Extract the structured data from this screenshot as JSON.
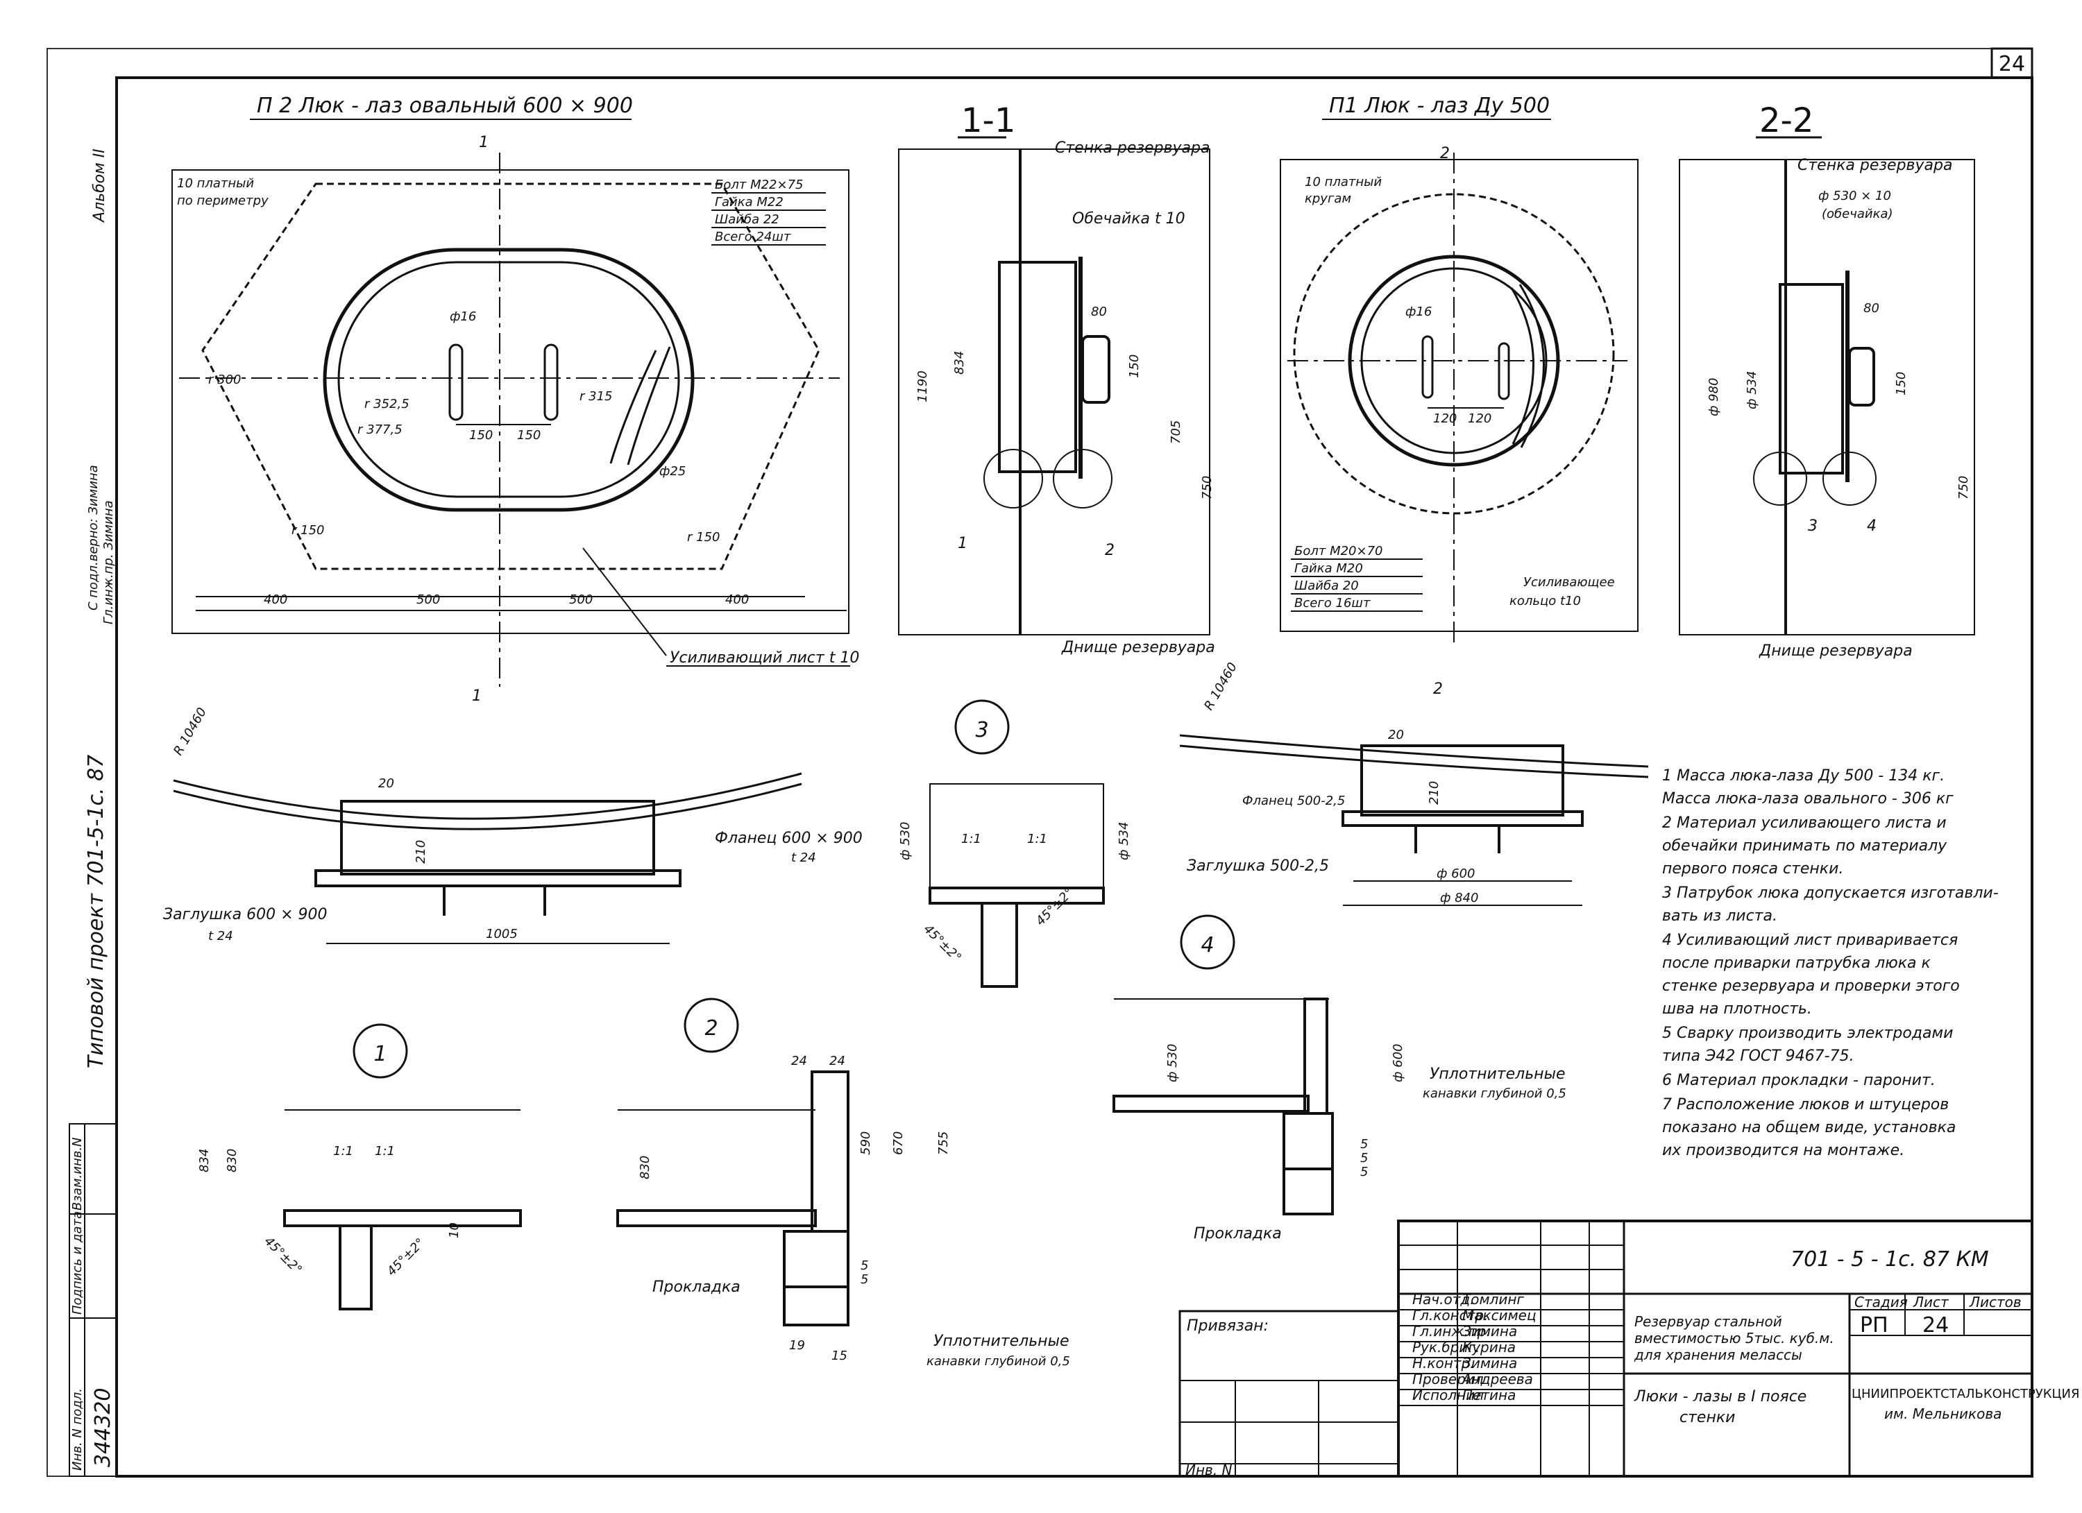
{
  "sheet_number": "24",
  "side": {
    "album": "Альбом II",
    "project": "Типовой проект 701-5-1с. 87",
    "copy_ok": "С подл.верно: Зимина",
    "copy_by": "Гл.инж.пр. Зимина",
    "inv_col_labels": [
      "Инв. N подл.",
      "Подпись и дата",
      "Взам.инв.N"
    ],
    "inv_number": "344320"
  },
  "views": {
    "p2": {
      "title": "П 2  Люк - лаз  овальный  600 × 900",
      "notes": [
        "10 платный",
        "по периметру"
      ],
      "bolts": [
        "Болт М22×75",
        "Гайка М22",
        "Шайба 22",
        "Всего 24шт"
      ],
      "radii": [
        "r 300",
        "r 352,5",
        "r 377,5",
        "r 315",
        "r 150",
        "r 150"
      ],
      "phi16": "ф16",
      "phi25": "ф25",
      "dims_small": [
        "150",
        "150"
      ],
      "dims_bottom": [
        "400",
        "500",
        "500",
        "400"
      ],
      "plate": "Усиливающий лист t 10",
      "cut_mark": "1"
    },
    "s11": {
      "title": "1-1",
      "wall": "Стенка резервуара",
      "shell": "Обечайка t 10",
      "dims": [
        "1190",
        "834",
        "80",
        "150",
        "705",
        "750"
      ],
      "callouts": [
        "1",
        "2"
      ],
      "bottom": "Днище резервуара"
    },
    "p1": {
      "title": "П1  Люк - лаз  Ду 500",
      "notes": [
        "10 платный",
        "кругам"
      ],
      "phi16": "ф16",
      "dims_small": [
        "120",
        "120"
      ],
      "bolts": [
        "Болт М20×70",
        "Гайка М20",
        "Шайба 20",
        "Всего 16шт"
      ],
      "ring": [
        "Усиливающее",
        "кольцо t10"
      ],
      "cut_mark": "2"
    },
    "s22": {
      "title": "2-2",
      "wall": "Стенка резервуара",
      "shell": [
        "ф 530 × 10",
        "(обечайка)"
      ],
      "dims": [
        "ф 980",
        "ф 534",
        "80",
        "150",
        "750"
      ],
      "callouts": [
        "3",
        "4"
      ],
      "bottom": "Днище резервуара"
    },
    "oval_section": {
      "radius": "R 10460",
      "dim20": "20",
      "dim210": "210",
      "flange": [
        "Фланец 600 × 900",
        "t 24"
      ],
      "plug": [
        "Заглушка 600 × 900",
        "t 24"
      ],
      "dim1005": "1005"
    },
    "round_section": {
      "radius": "R 10460",
      "dim20": "20",
      "dim210": "210",
      "flange": "Фланец 500-2,5",
      "plug": "Заглушка 500-2,5",
      "d600": "ф 600",
      "d840": "ф 840"
    },
    "det3": {
      "num": "3",
      "d530": "ф 530",
      "d534": "ф 534",
      "t1": [
        "1:1",
        "1:1"
      ],
      "angles": [
        "45°±2°",
        "45°±2°"
      ]
    },
    "det4": {
      "num": "4",
      "d530": "ф 530",
      "d600": "ф 600",
      "groove": [
        "Уплотнительные",
        "канавки глубиной 0,5"
      ],
      "dims": [
        "5",
        "5",
        "5"
      ],
      "gasket": "Прокладка"
    },
    "det1": {
      "num": "1",
      "dims": [
        "834",
        "830",
        "10"
      ],
      "t1": [
        "1:1",
        "1:1"
      ],
      "angles": [
        "45°±2°",
        "45°±2°"
      ]
    },
    "det2": {
      "num": "2",
      "top": [
        "24",
        "24"
      ],
      "dims": [
        "830",
        "590",
        "670",
        "755",
        "5",
        "5"
      ],
      "bottom": [
        "19",
        "15"
      ],
      "gasket": "Прокладка",
      "groove": [
        "Уплотнительные",
        "канавки глубиной 0,5"
      ]
    }
  },
  "notes": [
    "1  Масса люка-лаза Ду 500 - 134 кг.",
    "    Масса люка-лаза овального - 306 кг",
    "2  Материал усиливающего листа и",
    "    обечайки принимать по материалу",
    "    первого пояса стенки.",
    "3  Патрубок люка допускается изготавли-",
    "    вать из листа.",
    "4  Усиливающий лист приваривается",
    "    после приварки патрубка люка к",
    "    стенке резервуара и проверки этого",
    "    шва на плотность.",
    "5  Сварку производить электродами",
    "    типа Э42   ГОСТ 9467-75.",
    "6  Материал прокладки - паронит.",
    "7  Расположение люков и штуцеров",
    "    показано на общем виде, установка",
    "    их производится на монтаже."
  ],
  "title_block": {
    "code": "701 - 5 - 1с. 87  КМ",
    "privyazan": "Привязан:",
    "inv": "Инв. N",
    "roles": [
      "Нач.отд.",
      "Гл.констр.",
      "Гл.инж.пр.",
      "Рук.бриг.",
      "Н.контр.",
      "Проверил",
      "Исполнил"
    ],
    "names": [
      "Томлинг",
      "Максимец",
      "Зимина",
      "Курина",
      "Зимина",
      "Андреева",
      "Петина"
    ],
    "object": [
      "Резервуар стальной",
      "вместимостью 5тыс. куб.м.",
      "для хранения мелассы"
    ],
    "sheet_title": [
      "Люки - лазы в I поясе",
      "стенки"
    ],
    "col_heads": [
      "Стадия",
      "Лист",
      "Листов"
    ],
    "stage": "РП",
    "sheet": "24",
    "org": [
      "ЦНИИПРОЕКТСТАЛЬКОНСТРУКЦИЯ",
      "им. Мельникова"
    ]
  }
}
